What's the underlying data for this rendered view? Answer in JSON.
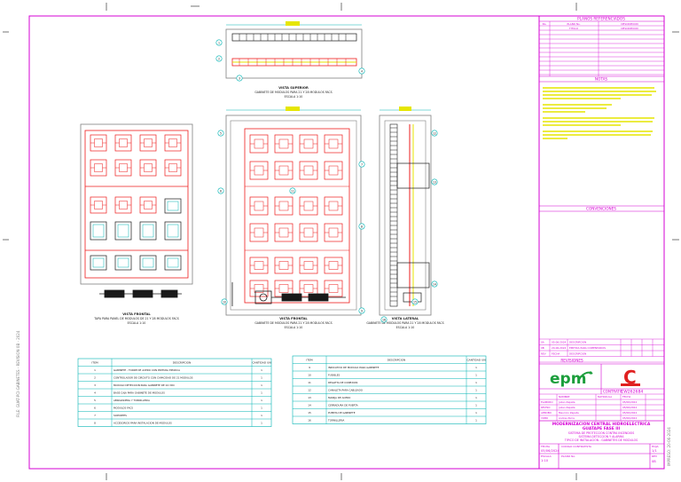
{
  "colors": {
    "frame": "#d600d6",
    "drawing": "#808080",
    "red": "#ee1c1c",
    "yellow": "#e6e600",
    "cyan": "#00b3b3",
    "green": "#1faa3a",
    "black": "#1a1a1a",
    "epm_green": "#1c9e3c",
    "contractor_red": "#e02020"
  },
  "views": {
    "top": {
      "title": "VISTA SUPERIOR",
      "subtitle": "GABINETE DE MODULOS PARA 21 Y 28 MODULOS FACS",
      "scale": "ESCALA 1:10"
    },
    "front_left": {
      "title": "VISTA FRONTAL",
      "subtitle": "TAPA PARA PANEL DE MODULOS DE 21 Y 28 MODULOS FACS",
      "scale": "ESCALA 1:10"
    },
    "front_center": {
      "title": "VISTA FRONTAL",
      "subtitle": "GABINETE DE MODULOS PARA 21 Y 28 MODULOS FACS",
      "scale": "ESCALA 1:10"
    },
    "side": {
      "title": "VISTA LATERAL",
      "subtitle": "GABINETE DE MODULOS PARA 21 Y 28 MODULOS FACS",
      "scale": "ESCALA 1:10"
    }
  },
  "balloons": [
    "1",
    "2",
    "3",
    "4",
    "5",
    "6",
    "7",
    "8",
    "9",
    "10",
    "11",
    "12",
    "13",
    "14",
    "15",
    "16"
  ],
  "table_left": {
    "headers": [
      "ITEM",
      "DESCRIPCION",
      "CANTIDAD UN"
    ],
    "rows": [
      [
        "1",
        "GABINETE - TORRE DE ACERO CON PINTURA EPOXICA",
        "1"
      ],
      [
        "2",
        "CONTROLADOR DE CIRCUITO CON CAPACIDAD DE 21 MODULOS",
        "1"
      ],
      [
        "3",
        "MODULO DETECCION PARA GABINETE DE 24 VDC",
        "1"
      ],
      [
        "4",
        "BASE CAJA PARA GABINETE DE MODULOS",
        "1"
      ],
      [
        "5",
        "ABRAZADERA Y TORNILLERIA",
        "1"
      ],
      [
        "6",
        "MODULOS FACS",
        "1"
      ],
      [
        "7",
        "SOPORTES",
        "1"
      ],
      [
        "8",
        "ACCESORIOS PARA INSTALACION DE MODULOS",
        "1"
      ]
    ]
  },
  "table_right": {
    "headers": [
      "ITEM",
      "DESCRIPCION",
      "CANTIDAD UN"
    ],
    "rows": [
      [
        "9",
        "INDICATIVO DE MODULO PARA GABINETE",
        "1"
      ],
      [
        "10",
        "FUSIBLES",
        "1"
      ],
      [
        "11",
        "REGLETA DE CONEXION",
        "1"
      ],
      [
        "12",
        "CANALETA PARA CABLEADO",
        "1"
      ],
      [
        "13",
        "MANIJA DE ACERO",
        "1"
      ],
      [
        "14",
        "CERRADURA DE PUERTA",
        "1"
      ],
      [
        "15",
        "PUERTA DE GABINETE",
        "1"
      ],
      [
        "16",
        "TORNILLERIA",
        "1"
      ]
    ]
  },
  "planos": {
    "title": "PLANOS REFERENCIADOS",
    "headers": [
      "No.",
      "PLANO No.",
      "DESCRIPCION"
    ],
    "sub": [
      "",
      "TITULO",
      "DESCRIPCION"
    ]
  },
  "notas": {
    "title": "NOTAS"
  },
  "convenciones": {
    "title": "CONVENCIONES"
  },
  "revisiones": {
    "title": "REVISIONES",
    "rows": [
      [
        "0A",
        "05-06-2024",
        "DESCRIPCION"
      ],
      [
        "0B",
        "20-06-2024",
        "EMITIDA PARA COMENTARIOS"
      ],
      [
        "REV",
        "FECHA",
        "DESCRIPCION"
      ]
    ]
  },
  "logos": {
    "epm": "epm",
    "contractor": "C"
  },
  "contrato": {
    "label": "CONTRATO",
    "number": "CW262684"
  },
  "signatures": {
    "headers": [
      "",
      "NOMBRE",
      "MATRICULA",
      "FECHA"
    ],
    "rows": [
      [
        "ELABORO",
        "Julian Zapata",
        "",
        "05/06/2024"
      ],
      [
        "REVISO",
        "Julian Zapata",
        "",
        "05/06/2024"
      ],
      [
        "APROBO",
        "Mauricio Zapata",
        "",
        "05/06/2024"
      ],
      [
        "VOBO",
        "Andres Parra",
        "",
        "05/06/2024"
      ]
    ]
  },
  "project": {
    "line1": "MODERNIZACION CENTRAL HIDROELECTRICA",
    "line2": "GUATAPE FASE III",
    "line3": "SISTEMA DE PROTECCION CONTRA INCENDIOS",
    "line4": "SISTEMA DETECCION Y ALARMA",
    "line5": "TIPICO DE INSTALACION - GABINETES DE MODULOS"
  },
  "footer": {
    "fecha_label": "FECHA",
    "fecha": "05/06/2024",
    "escala_label": "ESCALA",
    "escala": "1:10",
    "plano_label": "PLANO No.",
    "rev_label": "REV",
    "rev": "0B",
    "codigo_label": "CODIGO CONTRATISTA",
    "hoja_label": "HOJA",
    "hoja": "1/1"
  }
}
